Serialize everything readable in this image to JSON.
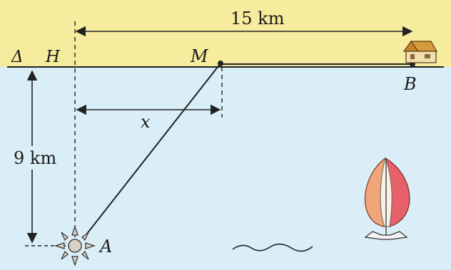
{
  "labels": {
    "delta": "Δ",
    "h": "H",
    "m": "M",
    "b": "B",
    "a": "A",
    "x": "x",
    "distance_top": "15 km",
    "distance_left": "9 km"
  },
  "colors": {
    "land": "#f6ec9e",
    "sea": "#d9eef6",
    "ink": "#222222",
    "house_roof": "#d79a3c",
    "house_wall": "#f1dfb0",
    "sail_left": "#f0a67a",
    "sail_right": "#e8606a",
    "sail_center": "#f8f2e6",
    "lamp_glow": "#d8d0c4"
  },
  "icons": [
    "house-icon",
    "lighthouse-icon",
    "sailboat-icon",
    "wave-icon"
  ]
}
